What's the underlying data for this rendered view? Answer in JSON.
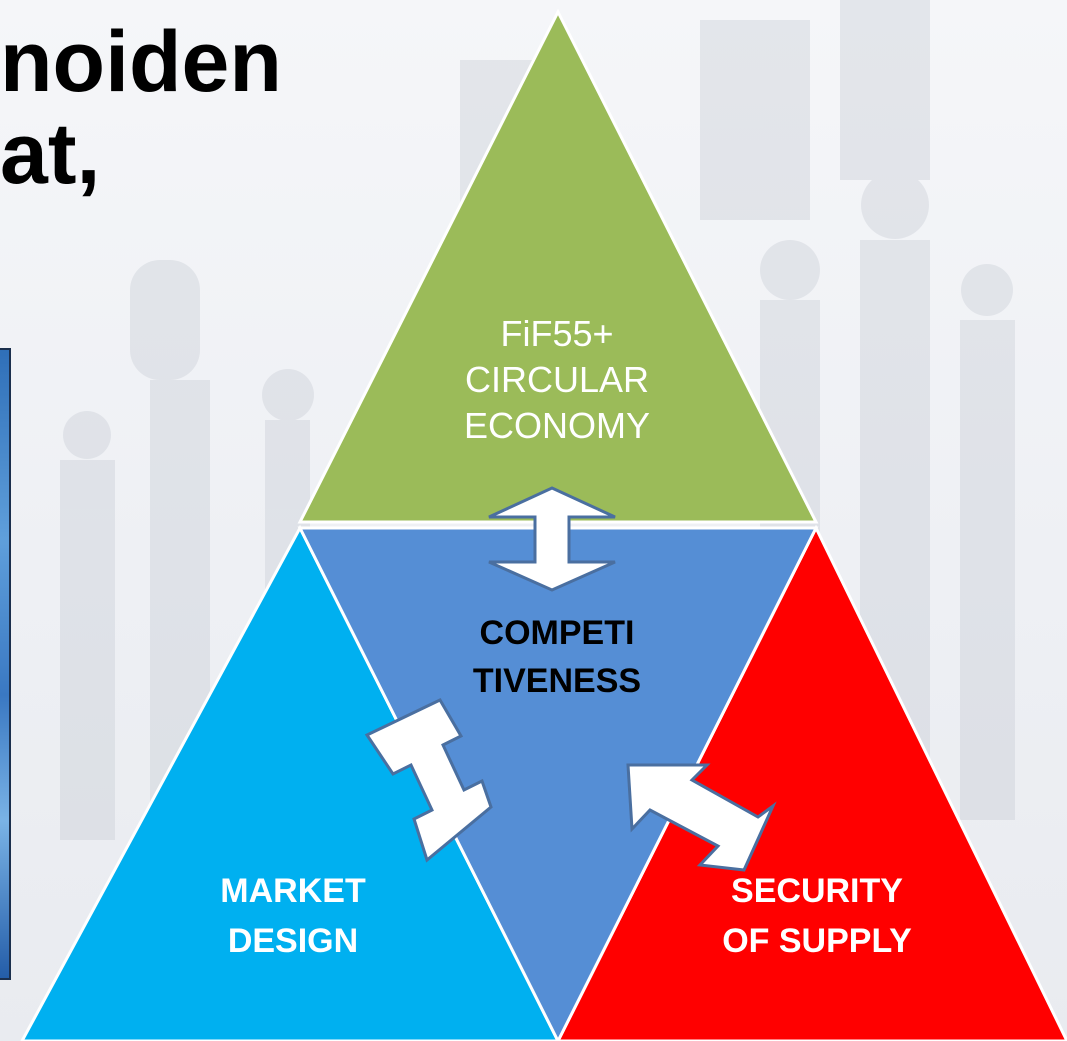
{
  "heading": {
    "line1": "noiden",
    "line2": "at,"
  },
  "diagram": {
    "top": {
      "lines": [
        "FiF55+",
        "CIRCULAR",
        "ECONOMY"
      ],
      "color": "#9bbb59"
    },
    "center": {
      "lines": [
        "COMPETI",
        "TIVENESS"
      ],
      "color": "#558ed5"
    },
    "left": {
      "lines": [
        "MARKET",
        "DESIGN"
      ],
      "color": "#00b0f0"
    },
    "right": {
      "lines": [
        "SECURITY",
        "OF SUPPLY"
      ],
      "color": "#ff0000"
    },
    "arrow_color": "#ffffff",
    "arrow_outline": "#4a6fa0"
  }
}
